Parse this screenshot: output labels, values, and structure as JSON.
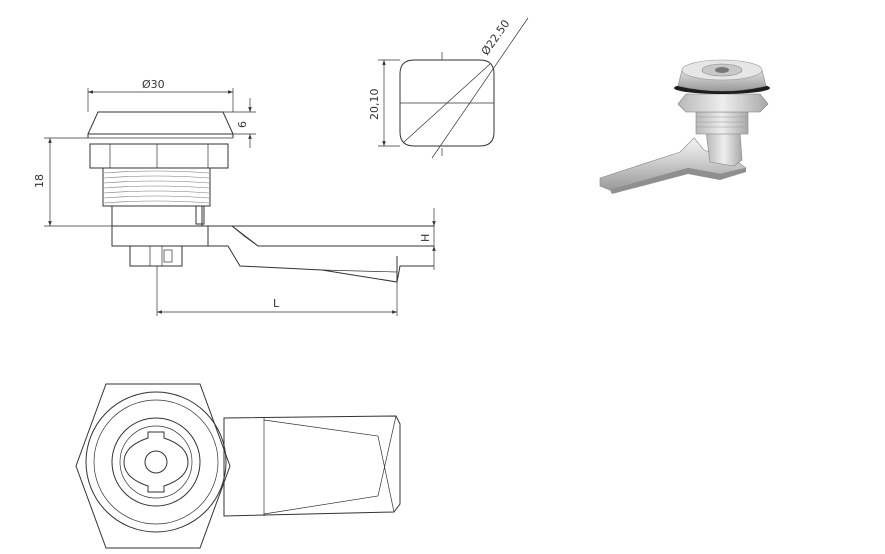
{
  "dimensions": {
    "diameter_top": "Ø30",
    "diameter_diag": "Ø22.50",
    "square_side": "20,10",
    "cap_height": "6",
    "body_height": "18",
    "lever_height": "H",
    "lever_length": "L"
  },
  "colors": {
    "line": "#333333",
    "metal_light": "#e4e4e4",
    "metal_dark": "#9a9a9a"
  },
  "icons": [
    "cam-lock-render"
  ]
}
